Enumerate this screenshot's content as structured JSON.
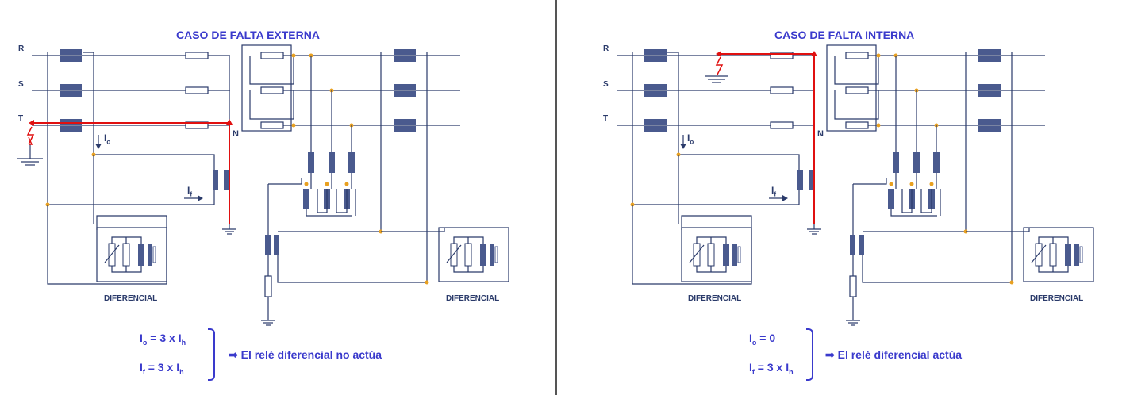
{
  "left": {
    "title": "CASO DE FALTA EXTERNA",
    "phases": [
      "R",
      "S",
      "T"
    ],
    "neutral": "N",
    "io_label": "I",
    "io_sub": "o",
    "if_label": "I",
    "if_sub": "f",
    "diff_left": "DIFERENCIAL",
    "diff_right": "DIFERENCIAL",
    "eq1_lhs": "I",
    "eq1_lhs_sub": "o",
    "eq1_rhs": " = 3 x I",
    "eq1_rhs_sub": "h",
    "eq2_lhs": "I",
    "eq2_lhs_sub": "f",
    "eq2_rhs": " = 3 x I",
    "eq2_rhs_sub": "h",
    "conclusion": "⇒ El relé diferencial no actúa"
  },
  "right": {
    "title": "CASO DE FALTA INTERNA",
    "phases": [
      "R",
      "S",
      "T"
    ],
    "neutral": "N",
    "io_label": "I",
    "io_sub": "o",
    "if_label": "I",
    "if_sub": "f",
    "diff_left": "DIFERENCIAL",
    "diff_right": "DIFERENCIAL",
    "eq1_lhs": "I",
    "eq1_lhs_sub": "o",
    "eq1_rhs": " = 0",
    "eq1_rhs_sub": "",
    "eq2_lhs": "I",
    "eq2_lhs_sub": "f",
    "eq2_rhs": " = 3 x I",
    "eq2_rhs_sub": "h",
    "conclusion": "⇒ El relé diferencial actúa"
  },
  "colors": {
    "wire": "#2a3a6a",
    "component": "#4a5a8e",
    "fault": "#e01010",
    "node": "#e8a020",
    "text_accent": "#3a3acc"
  }
}
